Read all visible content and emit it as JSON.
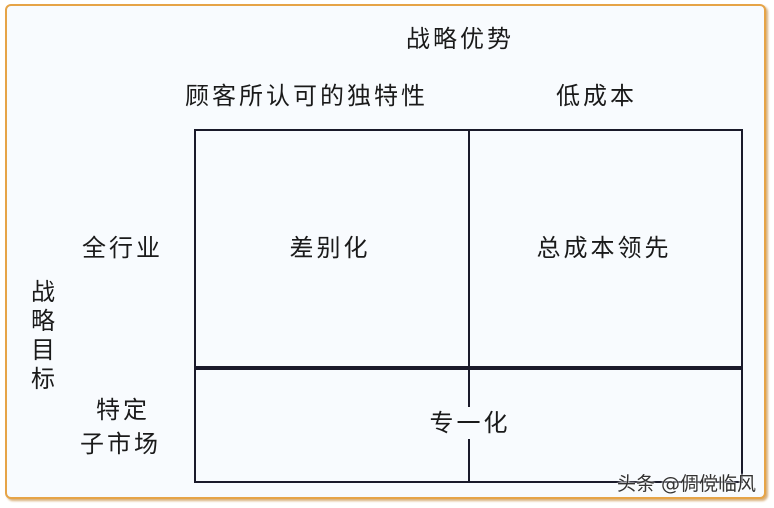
{
  "diagram": {
    "top_title": "战略优势",
    "column_headers": [
      "顾客所认可的独特性",
      "低成本"
    ],
    "side_title": "战略目标",
    "side_title_chars": [
      "战",
      "略",
      "目",
      "标"
    ],
    "row_headers": {
      "row1": "全行业",
      "row2_line1": "特定",
      "row2_line2": "子市场"
    },
    "cells": {
      "differentiation": "差别化",
      "cost_leadership": "总成本领先",
      "focus": "专一化"
    }
  },
  "watermark": "头条 @倜傥临风",
  "colors": {
    "frame_border": "#e6a447",
    "background": "#f8fbfe",
    "grid_line": "#1a1a2a"
  }
}
